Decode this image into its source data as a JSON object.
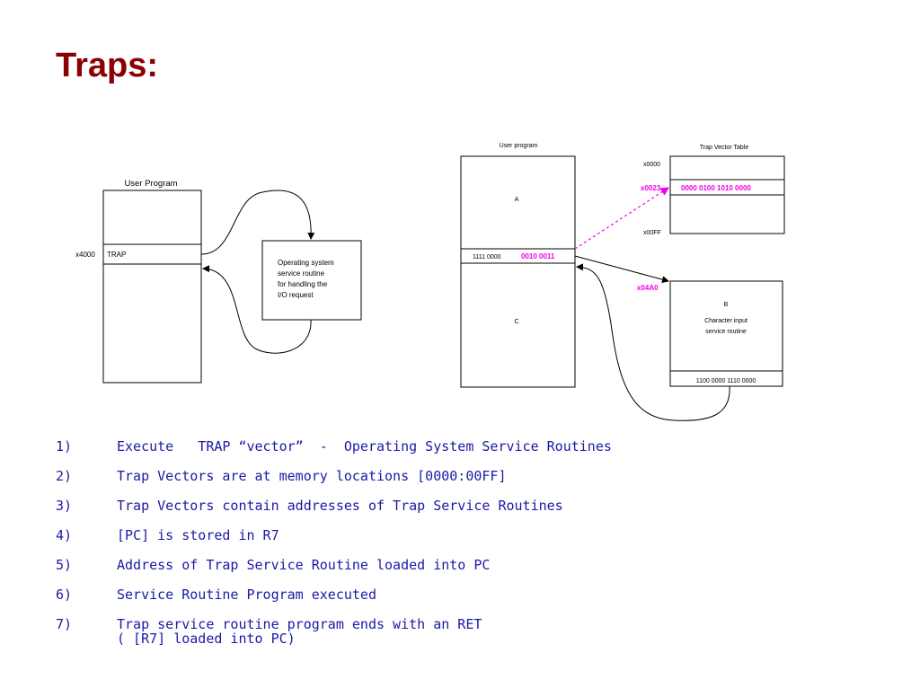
{
  "title": "Traps:",
  "left_diagram": {
    "heading": "User Program",
    "address": "x4000",
    "instruction": "TRAP",
    "os_box_lines": [
      "Operating system",
      "service routine",
      "for handling the",
      "I/O request"
    ]
  },
  "right_diagram": {
    "user_heading": "User program",
    "label_a": "A",
    "trap_instruction": "1111 0000",
    "trap_vector": "0010 0011",
    "label_c": "C",
    "table_heading": "Trap Vector Table",
    "addr_top": "x0000",
    "addr_mid": "x0023",
    "entry_value": "0000 0100 1010 0000",
    "addr_bottom": "x00FF",
    "routine_addr": "x04A0",
    "routine_label": "B",
    "routine_lines": [
      "Character input",
      "service routine"
    ],
    "ret_instruction": "1100 0000 1110 0000"
  },
  "steps": [
    {
      "num": "1)",
      "text": "Execute   TRAP “vector”  -  Operating System Service Routines"
    },
    {
      "num": "2)",
      "text": "Trap Vectors are at memory locations [0000:00FF]"
    },
    {
      "num": "3)",
      "text": "Trap Vectors contain addresses of Trap Service Routines"
    },
    {
      "num": "4)",
      "text": "[PC] is stored in R7"
    },
    {
      "num": "5)",
      "text": "Address of Trap Service Routine loaded into PC"
    },
    {
      "num": "6)",
      "text": "Service Routine Program executed"
    },
    {
      "num": "7)",
      "text": "Trap service routine program ends with an RET",
      "sub": "( [R7] loaded into PC)"
    }
  ],
  "colors": {
    "title": "#8b0000",
    "steps": "#1a1aa6",
    "highlight": "#ee00ee"
  }
}
